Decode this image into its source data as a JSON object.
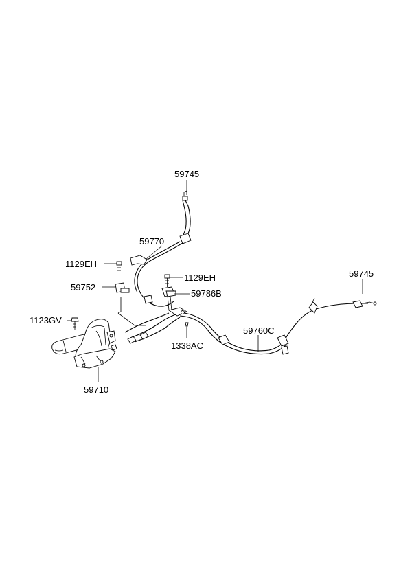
{
  "diagram": {
    "labels": {
      "p59745_top": "59745",
      "p59770": "59770",
      "p1129EH_left": "1129EH",
      "p59752": "59752",
      "p1129EH_right": "1129EH",
      "p59786B": "59786B",
      "p1123GV": "1123GV",
      "p1338AC": "1338AC",
      "p59760C": "59760C",
      "p59745_right": "59745",
      "p59710": "59710"
    }
  }
}
